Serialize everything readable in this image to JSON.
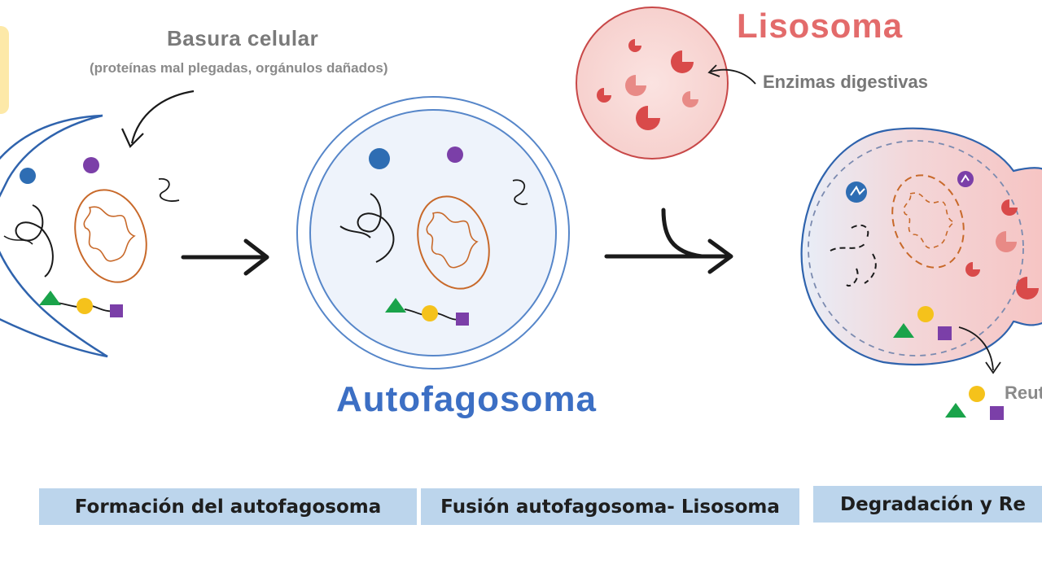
{
  "labels": {
    "basura": "Basura celular",
    "basura_sub": "(proteínas mal plegadas, orgánulos dañados)",
    "lisosoma": "Lisosoma",
    "enzimas": "Enzimas digestivas",
    "autofagosoma": "Autofagosoma",
    "reutilizacion_partial": "Reut"
  },
  "steps": [
    {
      "label": "Formación del autofagosoma"
    },
    {
      "label": "Fusión autofagosoma- Lisosoma"
    },
    {
      "label": "Degradación  y   Re"
    }
  ],
  "colors": {
    "membrane_blue": "#2f63ad",
    "mito_orange": "#c8692a",
    "lysosome_red": "#d94a4a",
    "enzyme_pink": "#e88a86",
    "purple": "#7b3fa8",
    "blue_dot": "#2e6db3",
    "green": "#1aa34a",
    "yellow": "#f5c21b",
    "step_bg": "#bcd5ec",
    "lisosoma_title": "#e36b6b",
    "autofagosoma_title": "#3c6fc4"
  }
}
